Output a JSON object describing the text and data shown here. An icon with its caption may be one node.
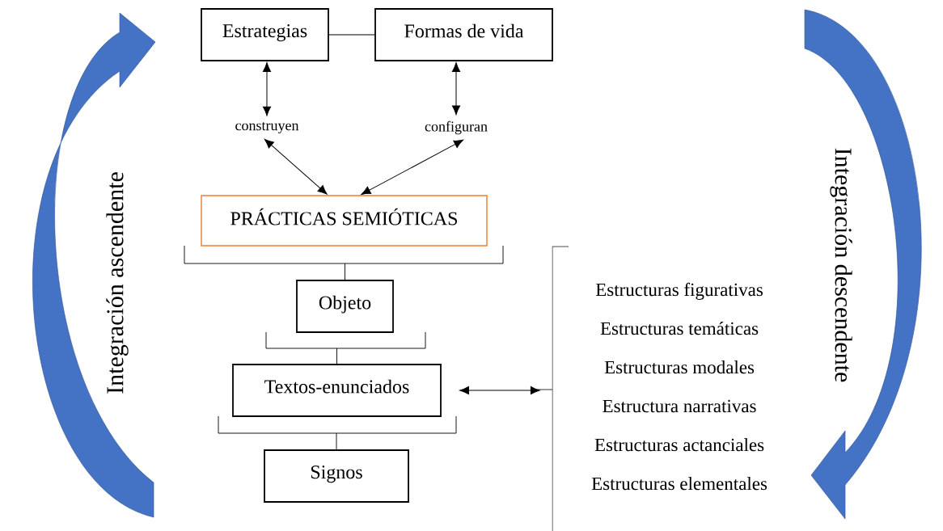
{
  "diagram": {
    "nodes": [
      {
        "text": [
          "Estrategias"
        ]
      },
      {
        "text": [
          "Formas de vida"
        ]
      },
      {
        "text": [
          "construyen"
        ]
      },
      {
        "text": [
          "configuran"
        ]
      },
      {
        "text": [
          "PRÁCTICAS SEMIÓTICAS"
        ]
      },
      {
        "text": [
          "Objeto"
        ]
      },
      {
        "text": [
          "Textos-enunciados"
        ]
      },
      {
        "text": [
          "Signos"
        ]
      },
      {
        "text": [
          "Estructuras figurativas",
          "Estructuras temáticas",
          "Estructuras modales",
          "Estructura narrativas",
          "Estructuras actanciales",
          "Estructuras elementales"
        ]
      }
    ],
    "edges": [
      {
        "from": 0,
        "to": 1,
        "arrow": "none"
      },
      {
        "from": 0,
        "to": 2,
        "arrow": "both"
      },
      {
        "from": 1,
        "to": 3,
        "arrow": "both"
      },
      {
        "from": 2,
        "to": 4,
        "arrow": "both"
      },
      {
        "from": 3,
        "to": 4,
        "arrow": "both"
      },
      {
        "from": 4,
        "to": 5,
        "arrow": "none"
      },
      {
        "from": 5,
        "to": 6,
        "arrow": "none"
      },
      {
        "from": 6,
        "to": 7,
        "arrow": "none"
      },
      {
        "from": 6,
        "to": 8,
        "arrow": "both"
      }
    ],
    "labels": [
      "Integración ascendente",
      "Integración descendente"
    ]
  }
}
